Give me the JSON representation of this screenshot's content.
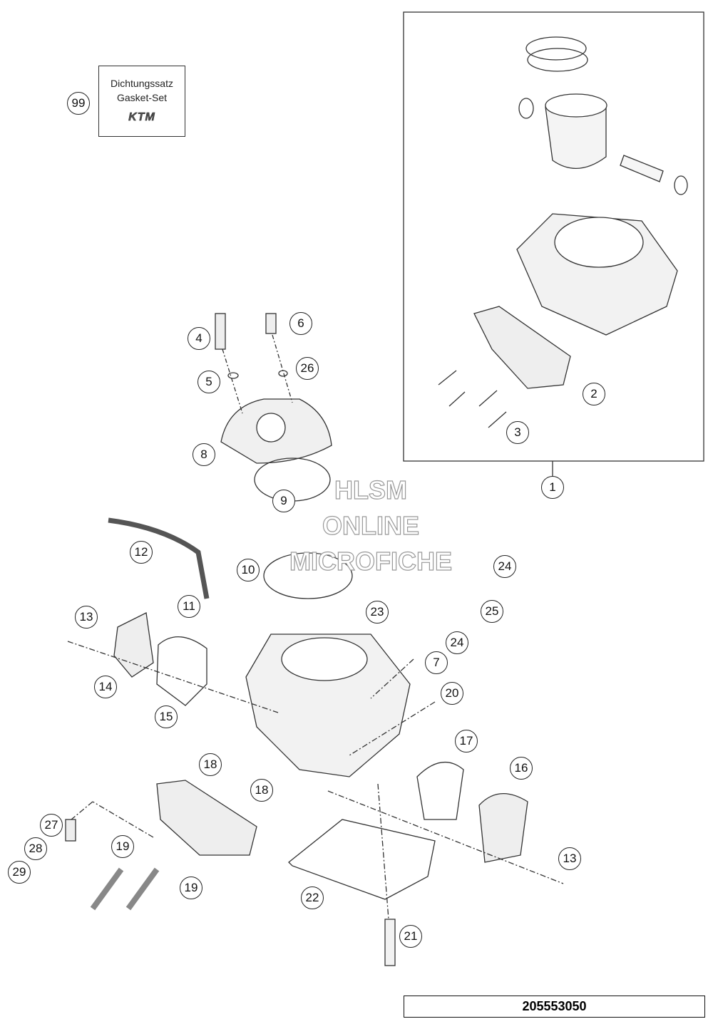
{
  "gasket_kit": {
    "line1": "Dichtungssatz",
    "line2": "Gasket-Set",
    "logo": "KTM"
  },
  "watermark": {
    "line1": "HLSM",
    "line2": "ONLINE",
    "line3": "MICROFICHE"
  },
  "drawing_number": "205553050",
  "callouts": [
    "99",
    "1",
    "2",
    "3",
    "4",
    "5",
    "6",
    "26",
    "8",
    "9",
    "10",
    "12",
    "11",
    "13",
    "14",
    "15",
    "23",
    "24",
    "25",
    "24",
    "7",
    "20",
    "17",
    "16",
    "18",
    "18",
    "27",
    "28",
    "29",
    "19",
    "19",
    "22",
    "21",
    "13"
  ]
}
